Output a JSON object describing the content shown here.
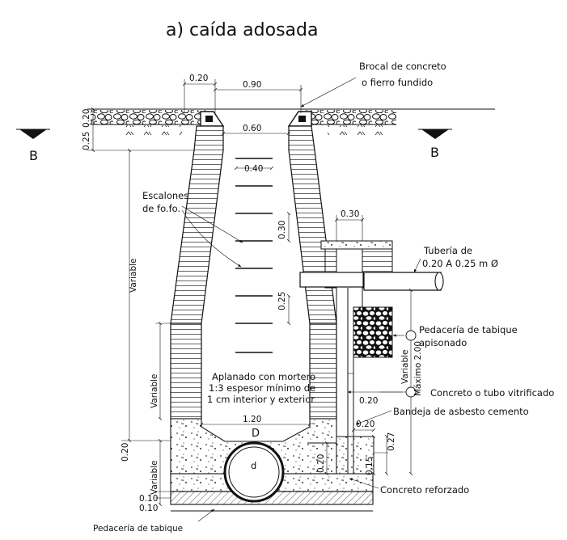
{
  "title": "a) caída adosada",
  "section_marks": {
    "left": "B",
    "right": "B"
  },
  "labels": {
    "brocal_line1": "Brocal de concreto",
    "brocal_line2": "o fierro fundido",
    "escalones_line1": "Escalones",
    "escalones_line2": "de fo.fo.",
    "tuberia_line1": "Tubería de",
    "tuberia_line2": "0.20 A 0.25 m Ø",
    "pedaceria_line1": "Pedacería de tabique",
    "pedaceria_line2": "apisonado",
    "aplanado_line1": "Aplanado con mortero",
    "aplanado_line2": "1:3 espesor mínimo de",
    "aplanado_line3": "1 cm interior y exterior",
    "concreto_tubo": "Concreto o tubo vitrificado",
    "bandeja": "Bandeja de asbesto cemento",
    "concreto_reforzado": "Concreto reforzado",
    "pedaceria_bottom": "Pedacería de tabique",
    "D": "D",
    "d": "d"
  },
  "dimensions": {
    "top_020": "0.20",
    "top_090": "0.90",
    "top_060": "0.60",
    "left_025": "0.25",
    "left_020": "0.20",
    "step_040": "0.40",
    "step_030": "0.30",
    "step_025": "0.25",
    "drop_030": "0.30",
    "variable_main": "Variable",
    "variable_mid": "Variable",
    "variable_low": "Variable",
    "variable_right": "Variable",
    "maximo": "Máximo 2.00",
    "right_020": "0.20",
    "d_120": "1.20",
    "left_020b": "0.20",
    "base_010a": "0.10",
    "base_010b": "0.10",
    "inner_020": "0.20",
    "bottom_020": "0.20",
    "r_015": "0.15",
    "r_027": "0.27"
  }
}
